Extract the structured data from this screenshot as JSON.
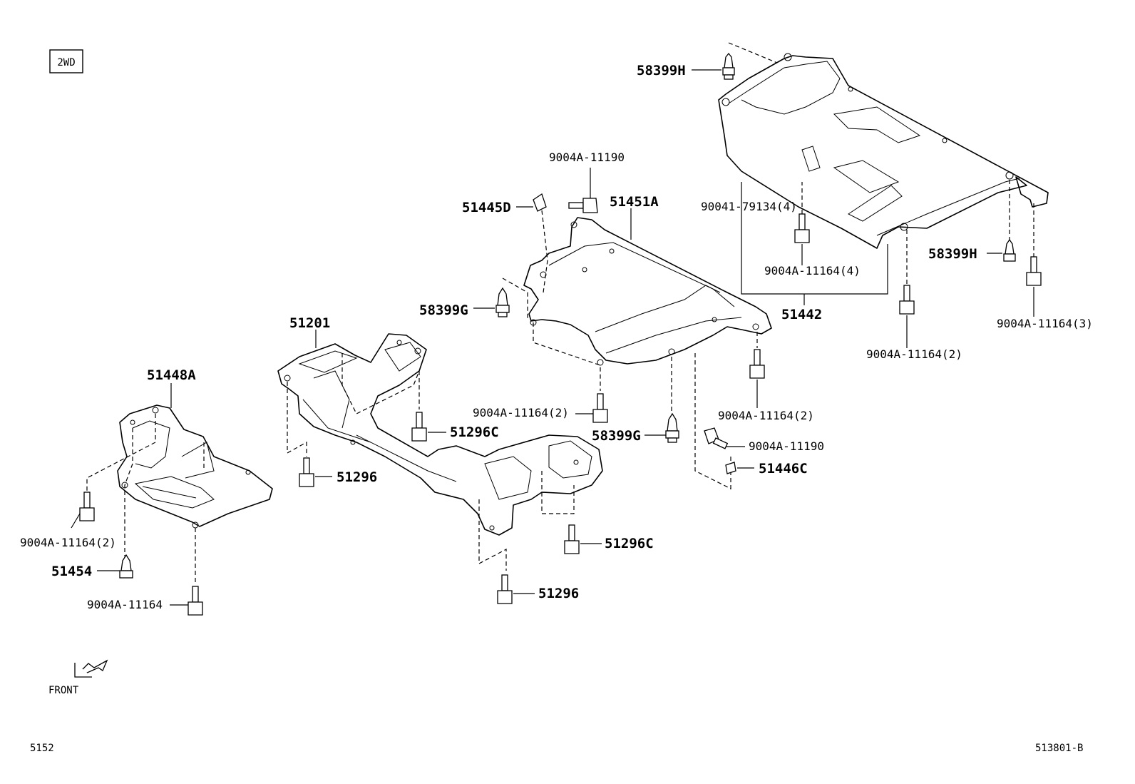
{
  "variant_label": "2WD",
  "front_label": "FRONT",
  "footer_left": "5152",
  "footer_right": "513801-B",
  "parts": {
    "p58399H_top": "58399H",
    "p9004A_11190_top": "9004A-11190",
    "p51445D": "51445D",
    "p51451A": "51451A",
    "p90041_79134": "90041-79134(4)",
    "p9004A_11164_4": "9004A-11164(4)",
    "p51442": "51442",
    "p58399H_right": "58399H",
    "p9004A_11164_3": "9004A-11164(3)",
    "p9004A_11164_2_r": "9004A-11164(2)",
    "p58399G_left": "58399G",
    "p51201": "51201",
    "p51448A": "51448A",
    "p9004A_11164_2_c": "9004A-11164(2)",
    "p51296C_a": "51296C",
    "p58399G_mid": "58399G",
    "p9004A_11164_2_m": "9004A-11164(2)",
    "p9004A_11190_mid": "9004A-11190",
    "p51446C": "51446C",
    "p51296_a": "51296",
    "p51296C_b": "51296C",
    "p51296_b": "51296",
    "p9004A_11164_2_l": "9004A-11164(2)",
    "p51454": "51454",
    "p9004A_11164": "9004A-11164"
  }
}
